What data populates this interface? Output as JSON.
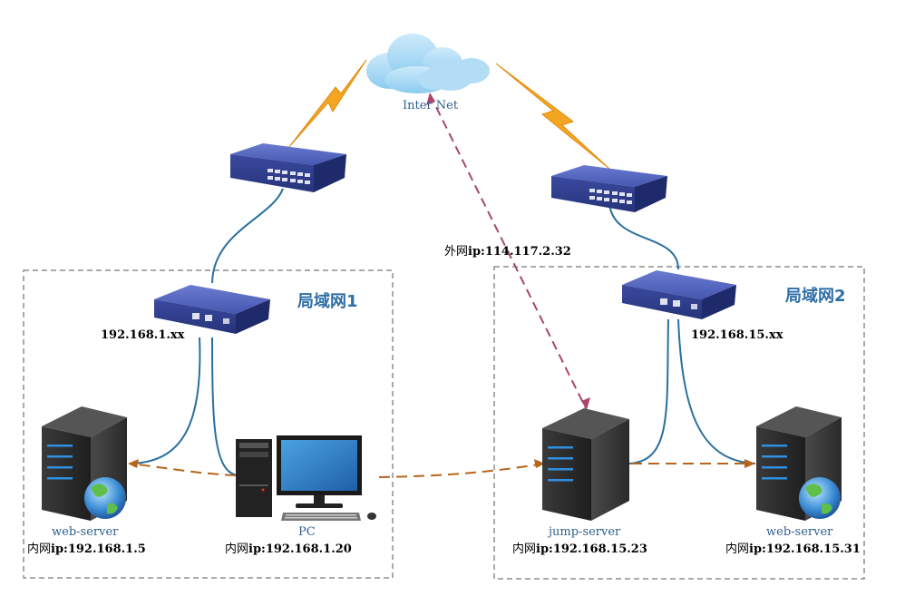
{
  "cloud_label": "Inter Net",
  "lan1": {
    "title": "局域网1",
    "subnet": "192.168.1.xx",
    "web_server": {
      "name": "web-server",
      "ip_prefix": "内网",
      "ip": "ip:192.168.1.5"
    },
    "pc": {
      "name": "PC",
      "ip_prefix": "内网",
      "ip": "ip:192.168.1.20"
    }
  },
  "lan2": {
    "title": "局域网2",
    "subnet": "192.168.15.xx",
    "jump_server": {
      "name": "jump-server",
      "ip_prefix": "内网",
      "ip": "ip:192.168.15.23"
    },
    "web_server": {
      "name": "web-server",
      "ip_prefix": "内网",
      "ip": "ip:192.168.15.31"
    }
  },
  "external_ip": {
    "prefix": "外网",
    "ip": "ip:114.117.2.32"
  },
  "colors": {
    "cable": "#2a6f9e",
    "ssh_path": "#b8651c",
    "internet_path": "#a8476b",
    "lightning": "#f4a623",
    "switch": "#3a4a9e",
    "server": "#2e2e2e",
    "cloud": "#a9d8f2"
  }
}
